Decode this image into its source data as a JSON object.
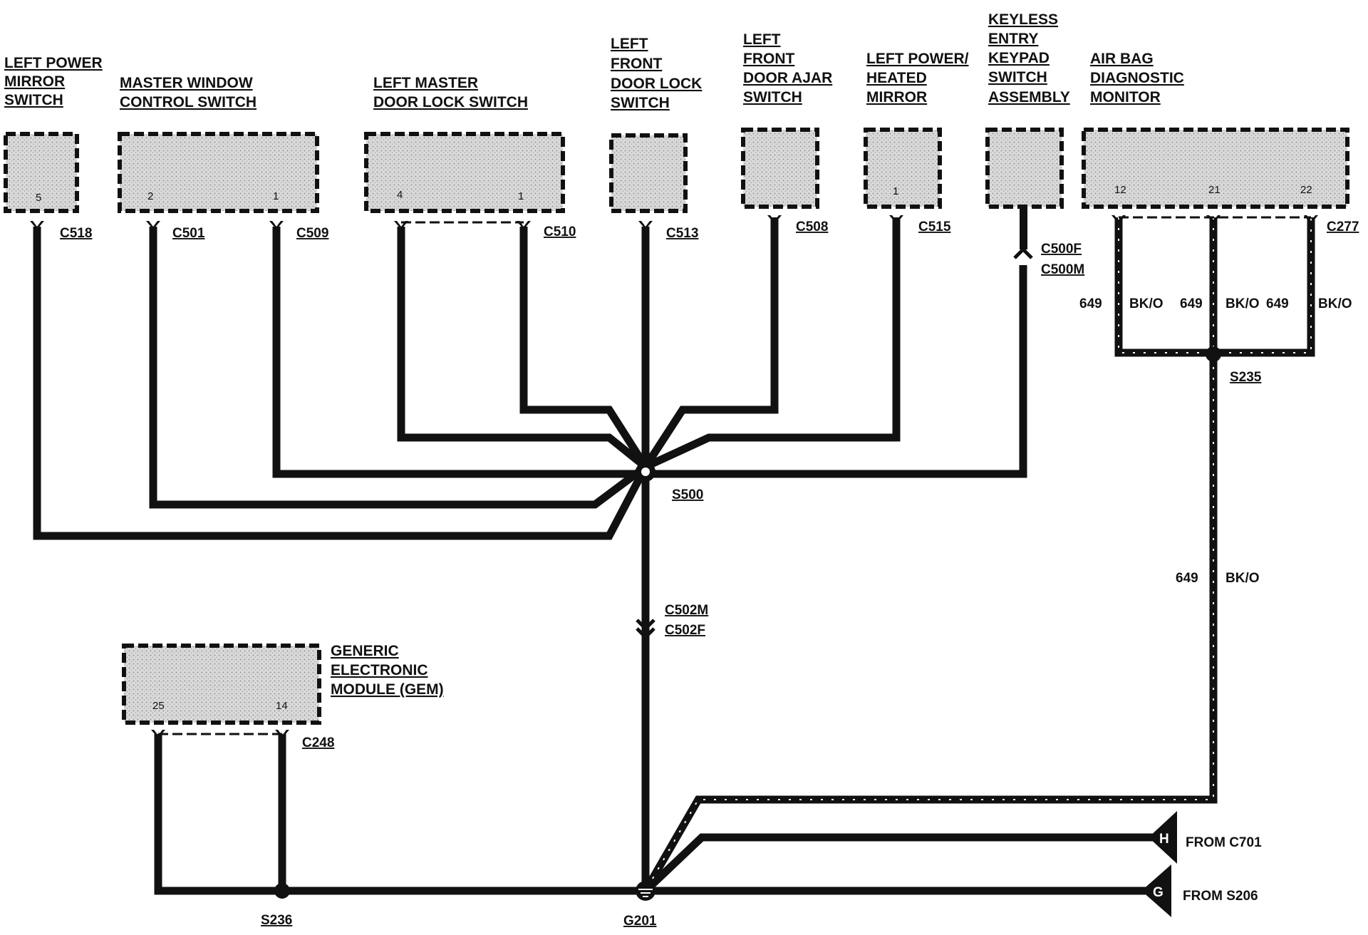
{
  "components": {
    "left_power_mirror_switch": {
      "title": [
        "LEFT POWER",
        "MIRROR",
        "SWITCH"
      ],
      "pins": [
        "5"
      ],
      "connector": "C518"
    },
    "master_window_control_switch": {
      "title": [
        "MASTER WINDOW",
        "CONTROL SWITCH"
      ],
      "pins": [
        "2",
        "1"
      ],
      "connectors": [
        "C501",
        "C509"
      ]
    },
    "left_master_door_lock_switch": {
      "title": [
        "LEFT MASTER",
        "DOOR LOCK SWITCH"
      ],
      "pins": [
        "4",
        "1"
      ],
      "connector": "C510"
    },
    "left_front_door_lock_switch": {
      "title": [
        "LEFT",
        "FRONT",
        "DOOR LOCK",
        "SWITCH"
      ],
      "connector": "C513"
    },
    "left_front_door_ajar_switch": {
      "title": [
        "LEFT",
        "FRONT",
        "DOOR AJAR",
        "SWITCH"
      ],
      "connector": "C508"
    },
    "left_power_heated_mirror": {
      "title": [
        "LEFT POWER/",
        "HEATED",
        "MIRROR"
      ],
      "pins": [
        "1"
      ],
      "connector": "C515"
    },
    "keyless_entry_keypad": {
      "title": [
        "KEYLESS",
        "ENTRY",
        "KEYPAD",
        "SWITCH",
        "ASSEMBLY"
      ],
      "connectors": [
        "C500F",
        "C500M"
      ]
    },
    "air_bag_diagnostic_monitor": {
      "title": [
        "AIR BAG",
        "DIAGNOSTIC",
        "MONITOR"
      ],
      "pins": [
        "12",
        "21",
        "22"
      ],
      "connector": "C277"
    },
    "gem": {
      "title": [
        "GENERIC",
        "ELECTRONIC",
        "MODULE (GEM)"
      ],
      "pins": [
        "25",
        "14"
      ],
      "connector": "C248"
    }
  },
  "splices": {
    "s500": "S500",
    "s235": "S235",
    "s236": "S236",
    "g201": "G201"
  },
  "inline_connector": [
    "C502M",
    "C502F"
  ],
  "wires": {
    "circuit": "649",
    "color": "BK/O"
  },
  "sources": [
    {
      "letter": "H",
      "label": "FROM C701"
    },
    {
      "letter": "G",
      "label": "FROM S206"
    }
  ],
  "colors": {
    "ink": "#111111",
    "box_fill": "#d6d6d6"
  }
}
